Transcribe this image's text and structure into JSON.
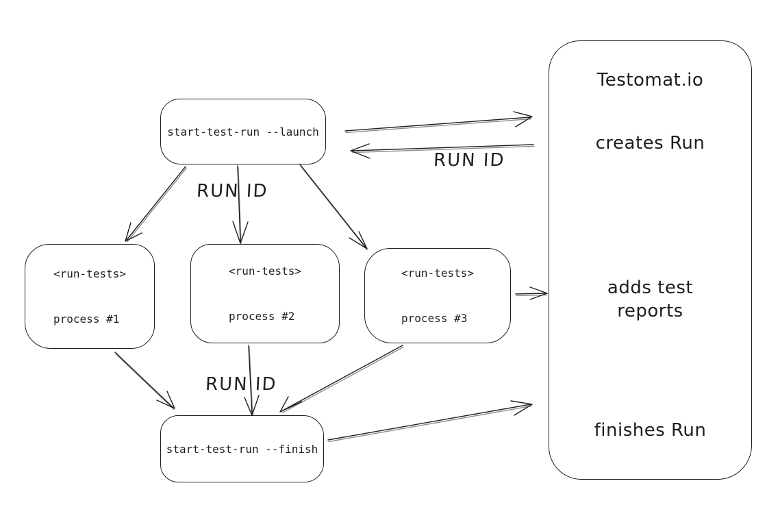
{
  "colors": {
    "stroke": "#1e1e1e",
    "background": "#ffffff"
  },
  "nodes": {
    "launch": {
      "label": "start-test-run --launch"
    },
    "process1": {
      "line1": "<run-tests>",
      "line2": "process #1"
    },
    "process2": {
      "line1": "<run-tests>",
      "line2": "process #2"
    },
    "process3": {
      "line1": "<run-tests>",
      "line2": "process #3"
    },
    "finish": {
      "label": "start-test-run --finish"
    },
    "testomat": {
      "title": "Testomat.io",
      "action_create": "creates Run",
      "action_reports_line1": "adds test",
      "action_reports_line2": "reports",
      "action_finish": "finishes Run"
    }
  },
  "edge_labels": {
    "top_run_id": "RUN ID",
    "return_run_id": "RUN ID",
    "bottom_run_id": "RUN ID"
  }
}
